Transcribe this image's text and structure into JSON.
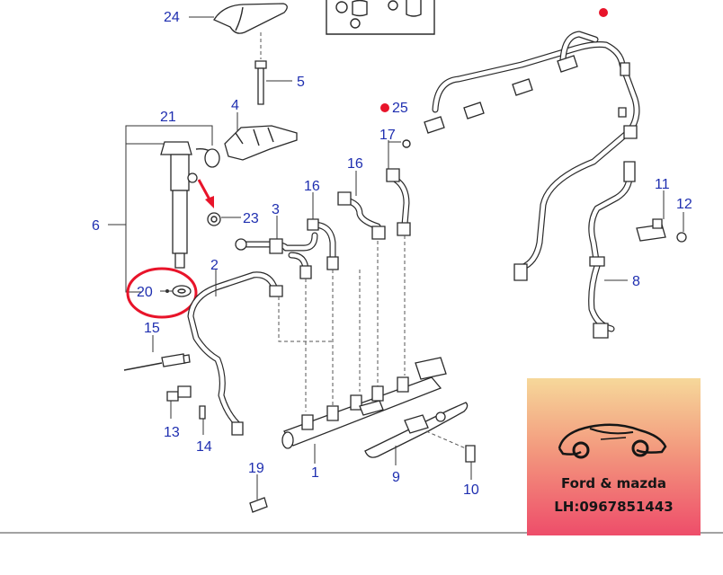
{
  "diagram": {
    "labels": [
      "1",
      "2",
      "3",
      "4",
      "5",
      "6",
      "8",
      "9",
      "10",
      "11",
      "12",
      "13",
      "14",
      "15",
      "16",
      "16",
      "17",
      "19",
      "20",
      "21",
      "23",
      "24",
      "25"
    ],
    "accent_red": "#e8142a",
    "label_color": "#1f2fb0"
  },
  "watermark": {
    "title": "Ford & mazda",
    "phone": "LH:0967851443",
    "icon": "sports-car-icon"
  }
}
